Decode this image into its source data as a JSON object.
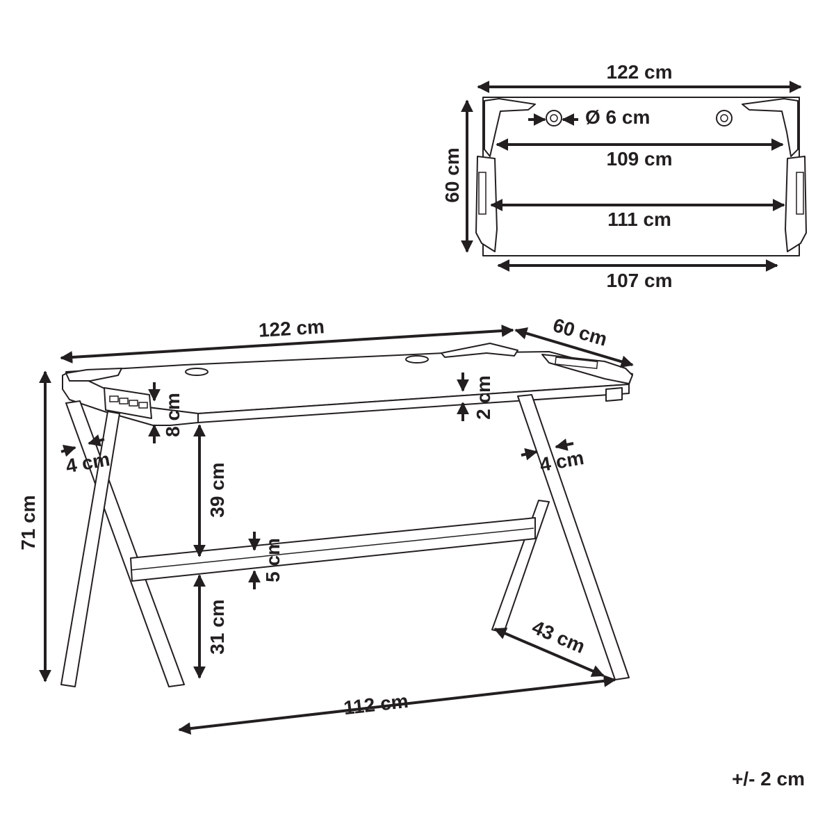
{
  "top_view": {
    "overall_width": "122 cm",
    "depth": "60 cm",
    "hole_diameter": "Ø 6 cm",
    "inner_width_upper": "109 cm",
    "inner_width_middle": "111 cm",
    "inner_width_lower": "107 cm"
  },
  "side_view": {
    "top_width": "122 cm",
    "top_depth": "60 cm",
    "height": "71 cm",
    "panel_height": "8 cm",
    "top_thickness": "2 cm",
    "leg_width_left": "4 cm",
    "leg_width_right": "4 cm",
    "clearance_upper": "39 cm",
    "crossbar_height": "5 cm",
    "clearance_lower": "31 cm",
    "foot_depth": "43 cm",
    "floor_width": "112 cm"
  },
  "tolerance": "+/- 2 cm"
}
